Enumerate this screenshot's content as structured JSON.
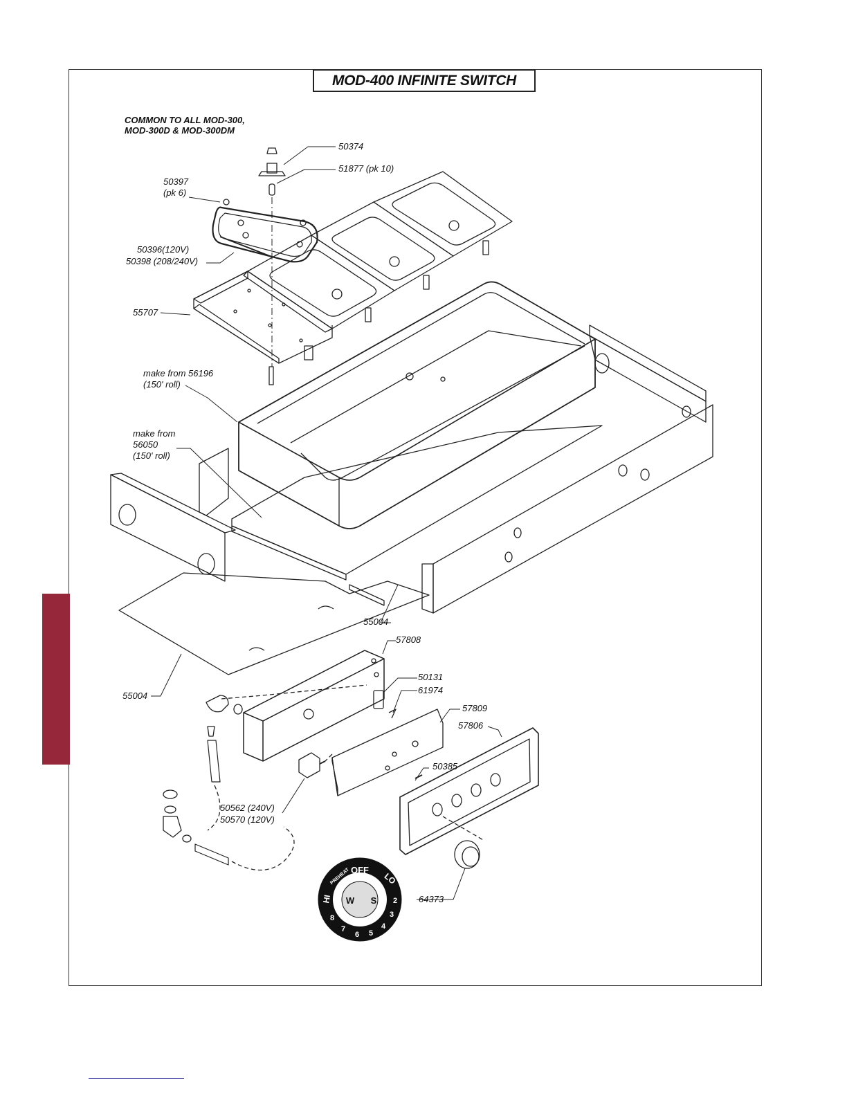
{
  "title": "MOD-400 INFINITE SWITCH",
  "note": {
    "line1": "COMMON TO ALL MOD-300,",
    "line2": "MOD-300D & MOD-300DM"
  },
  "labels": {
    "p50374": "50374",
    "p51877": "51877 (pk 10)",
    "p50397a": "50397",
    "p50397b": "(pk 6)",
    "p50396": "50396(120V)",
    "p50398": "50398 (208/240V)",
    "p55707": "55707",
    "p56196a": "make from 56196",
    "p56196b": "(150' roll)",
    "p56050a": "make from",
    "p56050b": "56050",
    "p56050c": "(150' roll)",
    "p55004a": "55004",
    "p55004b": "55004",
    "p57808": "57808",
    "p50131": "50131",
    "p61974": "61974",
    "p57809": "57809",
    "p57806": "57806",
    "p50385": "50385",
    "p50562": "50562 (240V)",
    "p50570": "50570 (120V)",
    "p64373": "64373"
  },
  "dial": {
    "off": "OFF",
    "lo": "LO",
    "hi": "HI",
    "preheat": "PREHEAT",
    "numbers": [
      "2",
      "3",
      "4",
      "5",
      "6",
      "7",
      "8"
    ],
    "w": "W",
    "s": "S"
  }
}
